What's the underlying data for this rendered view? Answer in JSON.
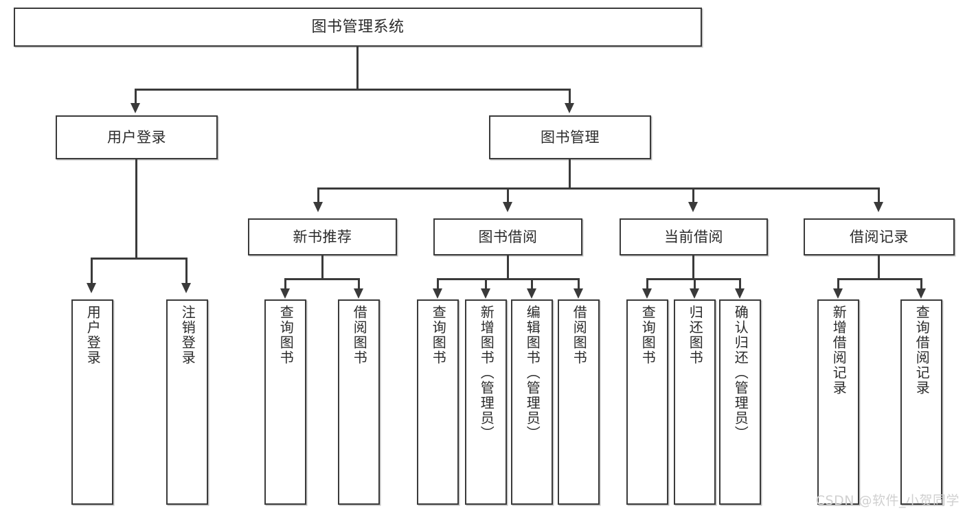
{
  "diagram": {
    "title": "图书管理系统",
    "type": "tree",
    "watermark": "CSDN @软件_小贺同学",
    "colors": {
      "stroke": "#3a3a3a",
      "fill": "#ffffff",
      "text": "#2b2b2b",
      "watermark": "#d0d0d0"
    },
    "nodes": {
      "root": {
        "label": "图书管理系统"
      },
      "level2": [
        {
          "id": "user-login",
          "label": "用户登录"
        },
        {
          "id": "book-manage",
          "label": "图书管理"
        }
      ],
      "level3": [
        {
          "id": "new-book-rec",
          "label": "新书推荐"
        },
        {
          "id": "book-borrow",
          "label": "图书借阅"
        },
        {
          "id": "current-borrow",
          "label": "当前借阅"
        },
        {
          "id": "borrow-record",
          "label": "借阅记录"
        }
      ],
      "leaves": {
        "user_login": [
          {
            "id": "leaf-user-login",
            "label": "用户登录"
          },
          {
            "id": "leaf-logout",
            "label": "注销登录"
          }
        ],
        "new_book_rec": [
          {
            "id": "leaf-query-book-1",
            "label": "查询图书"
          },
          {
            "id": "leaf-borrow-book-1",
            "label": "借阅图书"
          }
        ],
        "book_borrow": [
          {
            "id": "leaf-query-book-2",
            "label": "查询图书"
          },
          {
            "id": "leaf-add-book",
            "label": "新增图书（管理员）"
          },
          {
            "id": "leaf-edit-book",
            "label": "编辑图书（管理员）"
          },
          {
            "id": "leaf-borrow-book-2",
            "label": "借阅图书"
          }
        ],
        "current_borrow": [
          {
            "id": "leaf-query-book-3",
            "label": "查询图书"
          },
          {
            "id": "leaf-return-book",
            "label": "归还图书"
          },
          {
            "id": "leaf-confirm-return",
            "label": "确认归还（管理员）"
          }
        ],
        "borrow_record": [
          {
            "id": "leaf-add-record",
            "label": "新增借阅记录"
          },
          {
            "id": "leaf-query-record",
            "label": "查询借阅记录"
          }
        ]
      }
    }
  }
}
